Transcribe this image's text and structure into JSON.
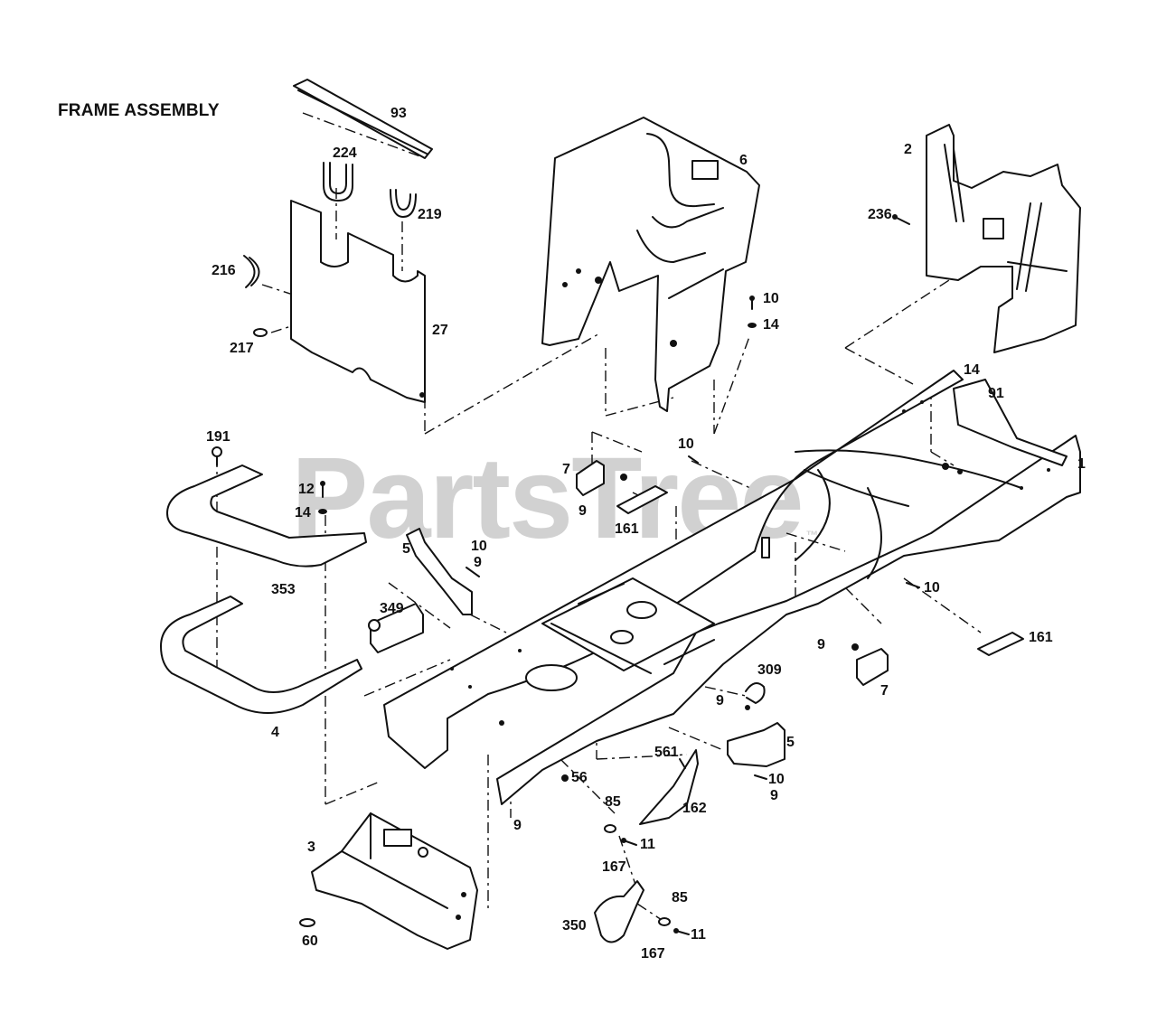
{
  "title": "FRAME ASSEMBLY",
  "watermark": "PartsTree",
  "watermark_mark": "™",
  "callouts": {
    "c93": "93",
    "c224": "224",
    "c219": "219",
    "c216": "216",
    "c217": "217",
    "c27": "27",
    "c6": "6",
    "c10a": "10",
    "c14a": "14",
    "c2": "2",
    "c236": "236",
    "c14b": "14",
    "c91": "91",
    "c1": "1",
    "c191": "191",
    "c12": "12",
    "c14c": "14",
    "c353": "353",
    "c7a": "7",
    "c9a": "9",
    "c161a": "161",
    "c10b": "10",
    "c5a": "5",
    "c10c": "10",
    "c9b": "9",
    "c349": "349",
    "c4": "4",
    "c10d": "10",
    "c161b": "161",
    "c9c": "9",
    "c7b": "7",
    "c309": "309",
    "c9d": "9",
    "c5b": "5",
    "c10e": "10",
    "c9e": "9",
    "c561": "561",
    "c162": "162",
    "c56": "56",
    "c9f": "9",
    "c85a": "85",
    "c11a": "11",
    "c167a": "167",
    "c3": "3",
    "c60": "60",
    "c350": "350",
    "c85b": "85",
    "c11b": "11",
    "c167b": "167"
  }
}
